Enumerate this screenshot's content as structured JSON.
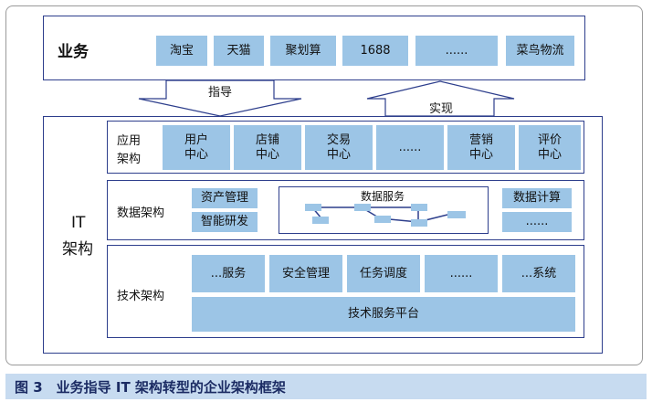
{
  "business": {
    "label": "业务",
    "items": [
      "淘宝",
      "天猫",
      "聚划算",
      "1688",
      "......",
      "菜鸟物流"
    ]
  },
  "arrows": {
    "guide_label": "指导",
    "realize_label": "实现"
  },
  "it": {
    "label_line1": "IT",
    "label_line2": "架构"
  },
  "app_arch": {
    "label_line1": "应用",
    "label_line2": "架构",
    "items": [
      {
        "line1": "用户",
        "line2": "中心"
      },
      {
        "line1": "店铺",
        "line2": "中心"
      },
      {
        "line1": "交易",
        "line2": "中心"
      },
      {
        "line1": "......",
        "line2": ""
      },
      {
        "line1": "营销",
        "line2": "中心"
      },
      {
        "line1": "评价",
        "line2": "中心"
      }
    ]
  },
  "data_arch": {
    "label": "数据架构",
    "left_items": [
      "资产管理",
      "智能研发"
    ],
    "service_title": "数据服务",
    "right_items": [
      "数据计算",
      "......"
    ]
  },
  "tech_arch": {
    "label": "技术架构",
    "items": [
      "...服务",
      "安全管理",
      "任务调度",
      "......",
      "...系统"
    ],
    "platform": "技术服务平台"
  },
  "caption": "图 3　业务指导 IT 架构转型的企业架构框架",
  "colors": {
    "cell_fill": "#9cc5e6",
    "border": "#2d3e8c",
    "caption_bg": "#c7dbf0"
  }
}
